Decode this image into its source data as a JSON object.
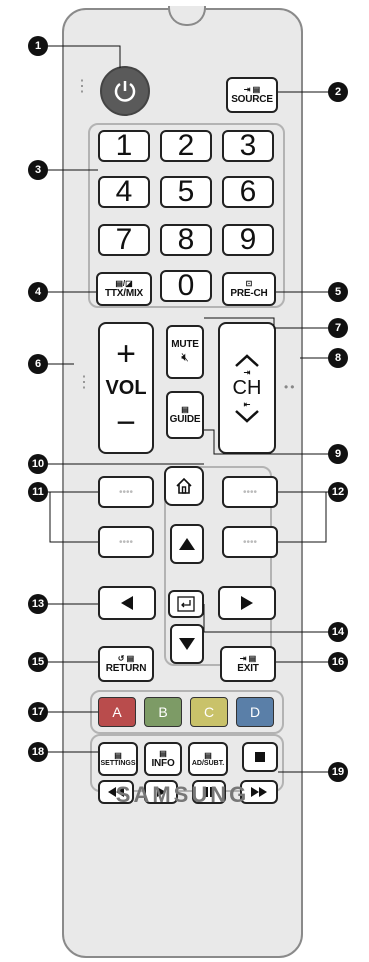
{
  "callouts": [
    "1",
    "2",
    "3",
    "4",
    "5",
    "6",
    "7",
    "8",
    "9",
    "10",
    "11",
    "12",
    "13",
    "14",
    "15",
    "16",
    "17",
    "18",
    "19"
  ],
  "buttons": {
    "source": "SOURCE",
    "digits": [
      "1",
      "2",
      "3",
      "4",
      "5",
      "6",
      "7",
      "8",
      "9",
      "0"
    ],
    "ttx": "TTX/MIX",
    "prech": "PRE-CH",
    "vol_plus": "+",
    "vol": "VOL",
    "vol_minus": "−",
    "mute": "MUTE",
    "guide": "GUIDE",
    "ch": "CH",
    "return": "RETURN",
    "exit": "EXIT",
    "colors": [
      {
        "label": "A",
        "color": "#b94c4c"
      },
      {
        "label": "B",
        "color": "#7d9b66"
      },
      {
        "label": "C",
        "color": "#c9c26a"
      },
      {
        "label": "D",
        "color": "#5a7fa8"
      }
    ],
    "settings": "SETTINGS",
    "info": "INFO",
    "adsubt": "AD/SUBT.",
    "placeholder": "••••"
  },
  "brand": "SAMSUNG"
}
